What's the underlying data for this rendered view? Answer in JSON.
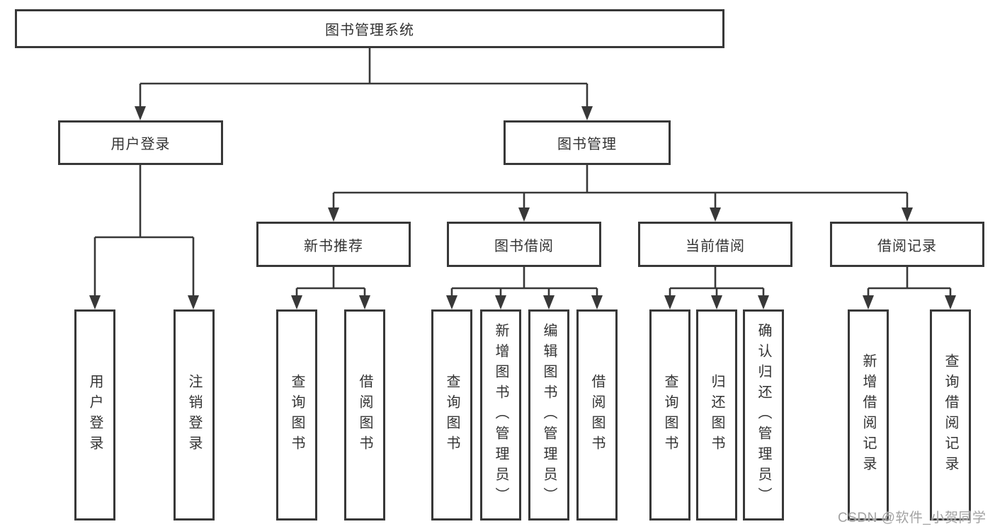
{
  "tree": {
    "label": "图书管理系统",
    "children": [
      {
        "label": "用户登录",
        "children": [
          {
            "label": "用户登录"
          },
          {
            "label": "注销登录"
          }
        ]
      },
      {
        "label": "图书管理",
        "children": [
          {
            "label": "新书推荐",
            "children": [
              {
                "label": "查询图书"
              },
              {
                "label": "借阅图书"
              }
            ]
          },
          {
            "label": "图书借阅",
            "children": [
              {
                "label": "查询图书"
              },
              {
                "label": "新增图书（管理员）"
              },
              {
                "label": "编辑图书（管理员）"
              },
              {
                "label": "借阅图书"
              }
            ]
          },
          {
            "label": "当前借阅",
            "children": [
              {
                "label": "查询图书"
              },
              {
                "label": "归还图书"
              },
              {
                "label": "确认归还（管理员）"
              }
            ]
          },
          {
            "label": "借阅记录",
            "children": [
              {
                "label": "新增借阅记录"
              },
              {
                "label": "查询借阅记录"
              }
            ]
          }
        ]
      }
    ]
  },
  "watermark": "CSDN @软件_小贺同学",
  "colors": {
    "line": "#383838",
    "text": "#333333",
    "watermark": "#a2a2a2",
    "background": "#ffffff"
  }
}
